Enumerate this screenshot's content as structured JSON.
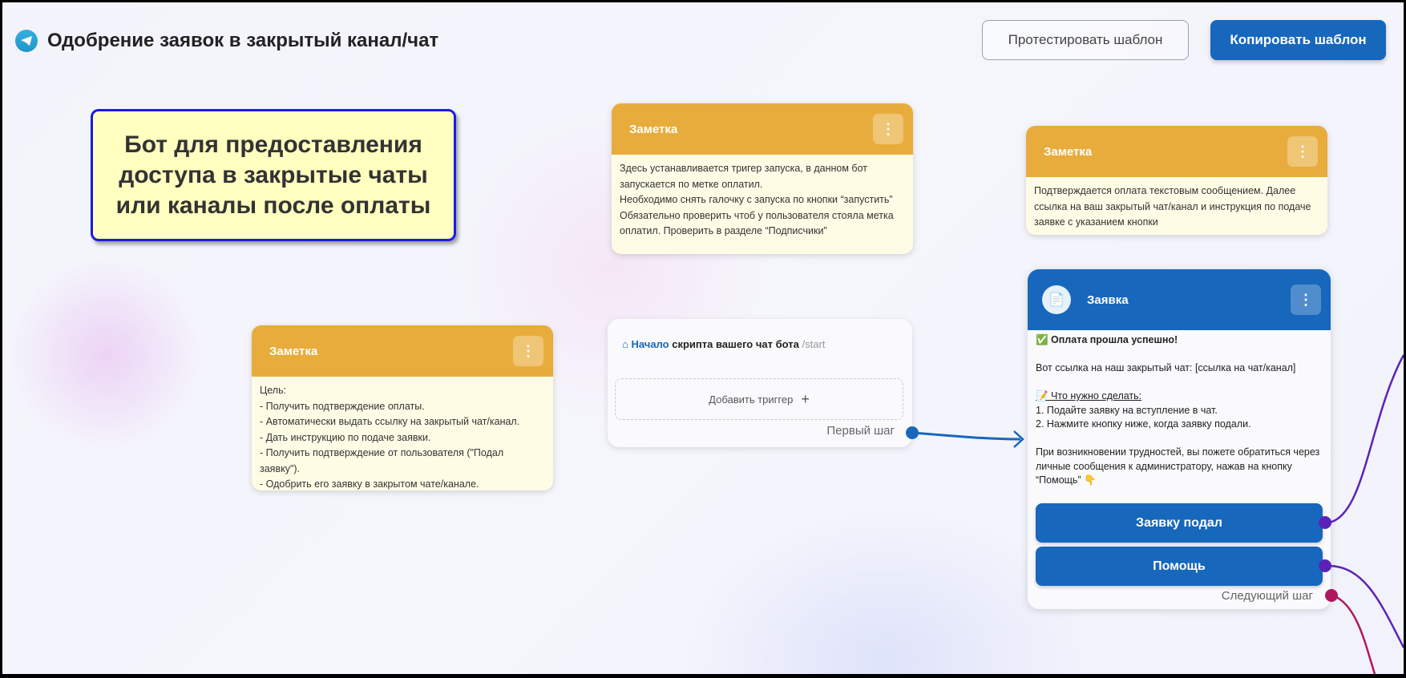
{
  "header": {
    "title": "Одобрение заявок в закрытый канал/чат",
    "test_button": "Протестировать шаблон",
    "copy_button": "Копировать шаблон"
  },
  "sticky": {
    "text": "Бот для предоставления доступа в закрытые чаты или каналы после оплаты"
  },
  "notes": [
    {
      "title": "Заметка",
      "text": "Здесь устанавливается тригер запуска, в данном бот запускается по метке оплатил.\nНеобходимо снять галочку с запуска по кнопки “запустить”\nОбязательно проверить чтоб у пользователя стояла метка оплатил. Проверить в разделе “Подписчики”"
    },
    {
      "title": "Заметка",
      "text": "Подтверждается оплата текстовым сообщением. Далее ссылка на ваш закрытый чат/канал и инструкция по подаче заявке с указанием кнопки"
    },
    {
      "title": "Заметка",
      "text": "Цель:\n- Получить подтверждение оплаты.\n- Автоматически выдать ссылку на закрытый чат/канал.\n- Дать инструкцию по подаче заявки.\n- Получить подтверждение от пользователя (\"Подал заявку\").\n- Одобрить его заявку в закрытом чате/канале."
    }
  ],
  "start": {
    "start_word": "Начало",
    "rest": "скрипта вашего чат бота",
    "command": "/start",
    "add_trigger": "Добавить триггер",
    "first_step": "Первый шаг"
  },
  "request": {
    "title": "Заявка",
    "lines": [
      "✅ Оплата прошла успешно!",
      "",
      "Вот ссылка на наш закрытый чат: [ссылка на чат/канал]",
      "",
      "📝 Что нужно сделать:",
      "1. Подайте заявку на вступление в чат.",
      "2. Нажмите кнопку ниже, когда заявку подали.",
      "",
      "При возникновении трудностей, вы пожете обратиться через личные сообщения к администратору, нажав на кнопку “Помощь” 👇"
    ],
    "buttons": [
      "Заявку подал",
      "Помощь"
    ],
    "next_step": "Следующий шаг"
  },
  "colors": {
    "accent": "#1767bd",
    "note": "#e8ac3c",
    "connector_purple": "#5b22b8",
    "connector_red": "#b0185e"
  }
}
